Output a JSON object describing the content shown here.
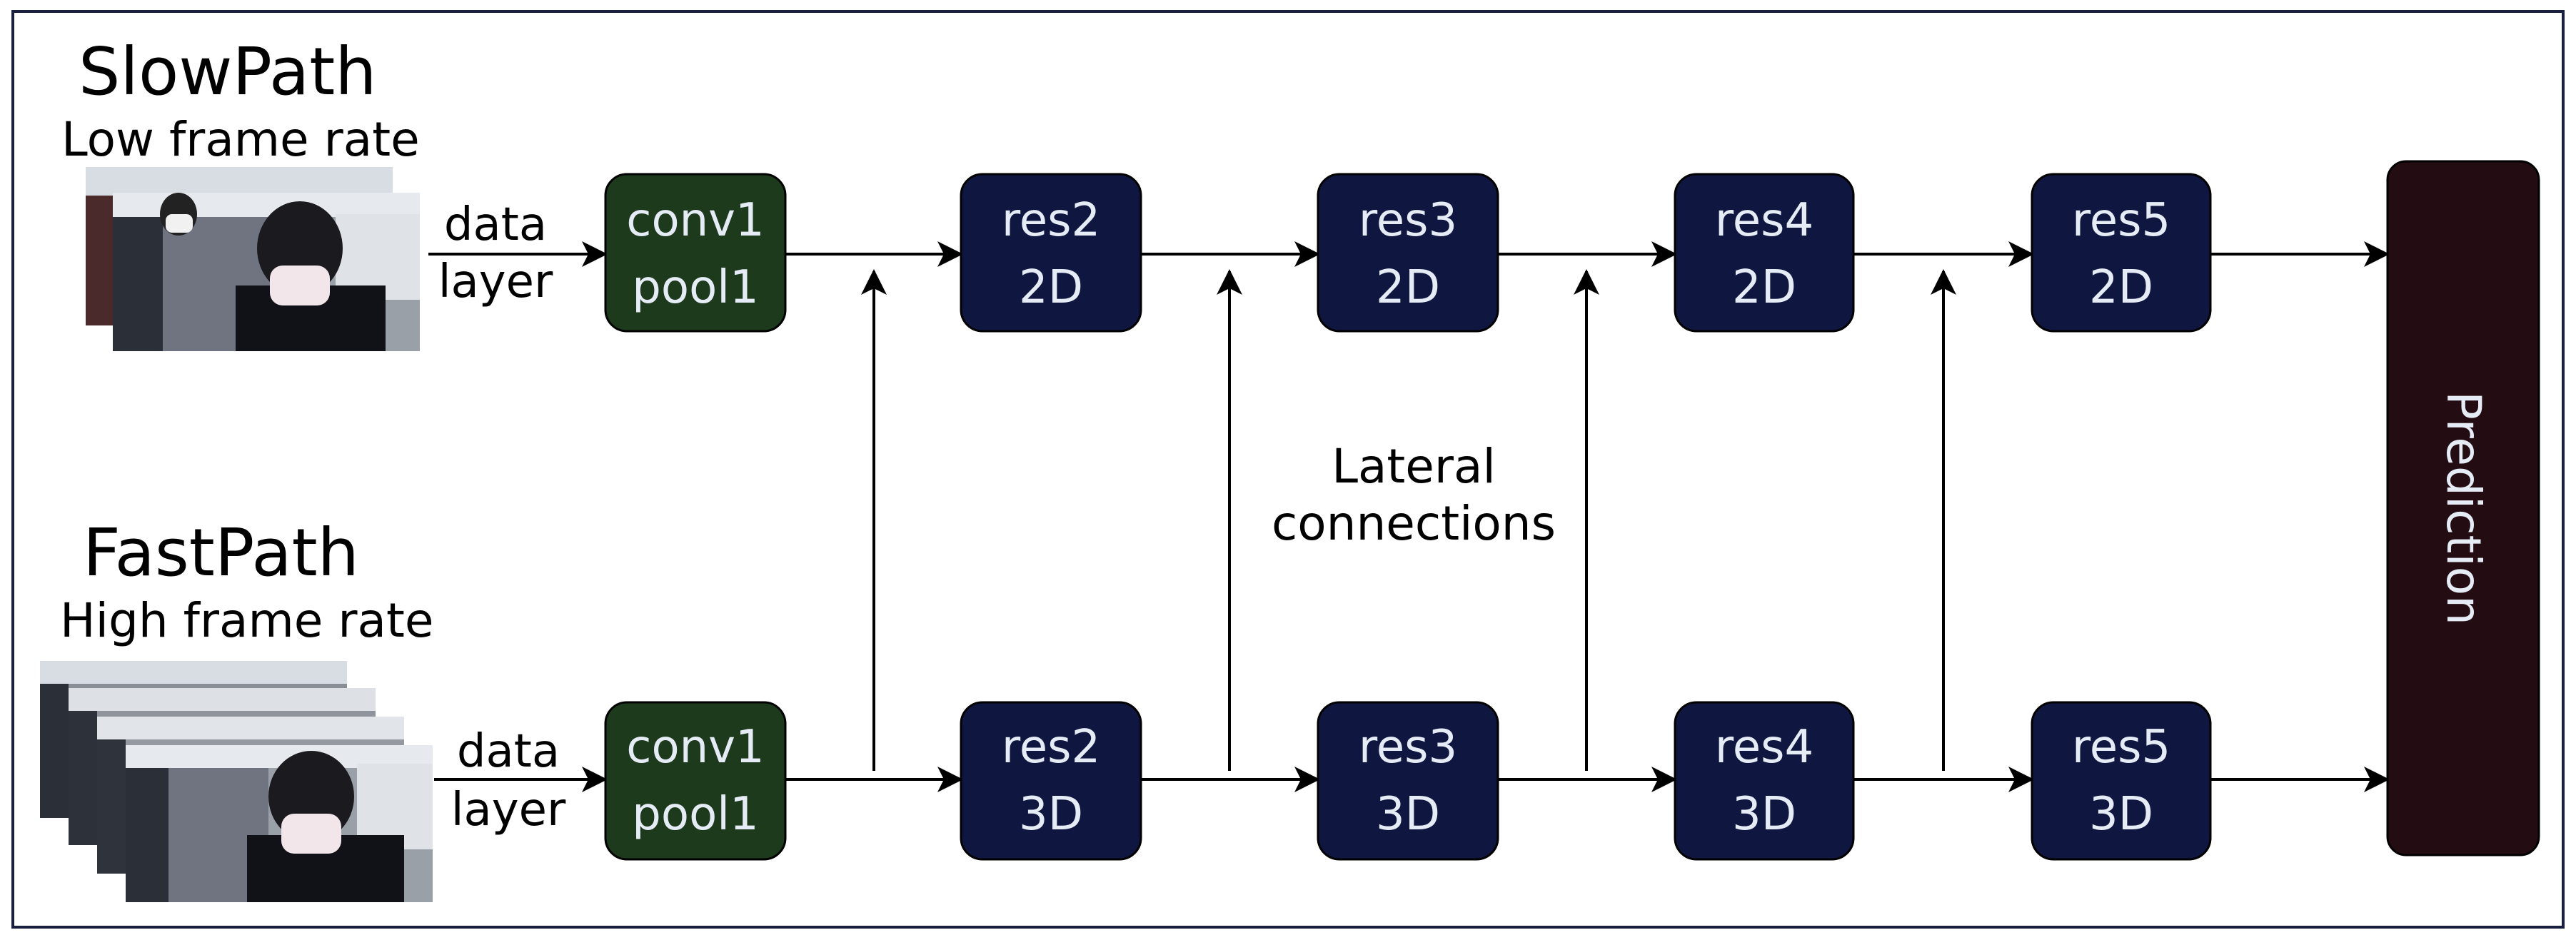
{
  "slow": {
    "title": "SlowPath",
    "subtitle": "Low frame rate",
    "input_label_1": "data",
    "input_label_2": "layer",
    "blocks": [
      {
        "line1": "conv1",
        "line2": "pool1"
      },
      {
        "line1": "res2",
        "line2": "2D"
      },
      {
        "line1": "res3",
        "line2": "2D"
      },
      {
        "line1": "res4",
        "line2": "2D"
      },
      {
        "line1": "res5",
        "line2": "2D"
      }
    ]
  },
  "fast": {
    "title": "FastPath",
    "subtitle": "High frame rate",
    "input_label_1": "data",
    "input_label_2": "layer",
    "blocks": [
      {
        "line1": "conv1",
        "line2": "pool1"
      },
      {
        "line1": "res2",
        "line2": "3D"
      },
      {
        "line1": "res3",
        "line2": "3D"
      },
      {
        "line1": "res4",
        "line2": "3D"
      },
      {
        "line1": "res5",
        "line2": "3D"
      }
    ]
  },
  "lateral": {
    "line1": "Lateral",
    "line2": "connections"
  },
  "prediction": {
    "label": "Prediction"
  },
  "colors": {
    "conv_block": "#1d3a1c",
    "res_block": "#0f1640",
    "prediction_block": "#240d12",
    "block_text": "#e6ecf5",
    "frame_border": "#1a1f3f"
  }
}
